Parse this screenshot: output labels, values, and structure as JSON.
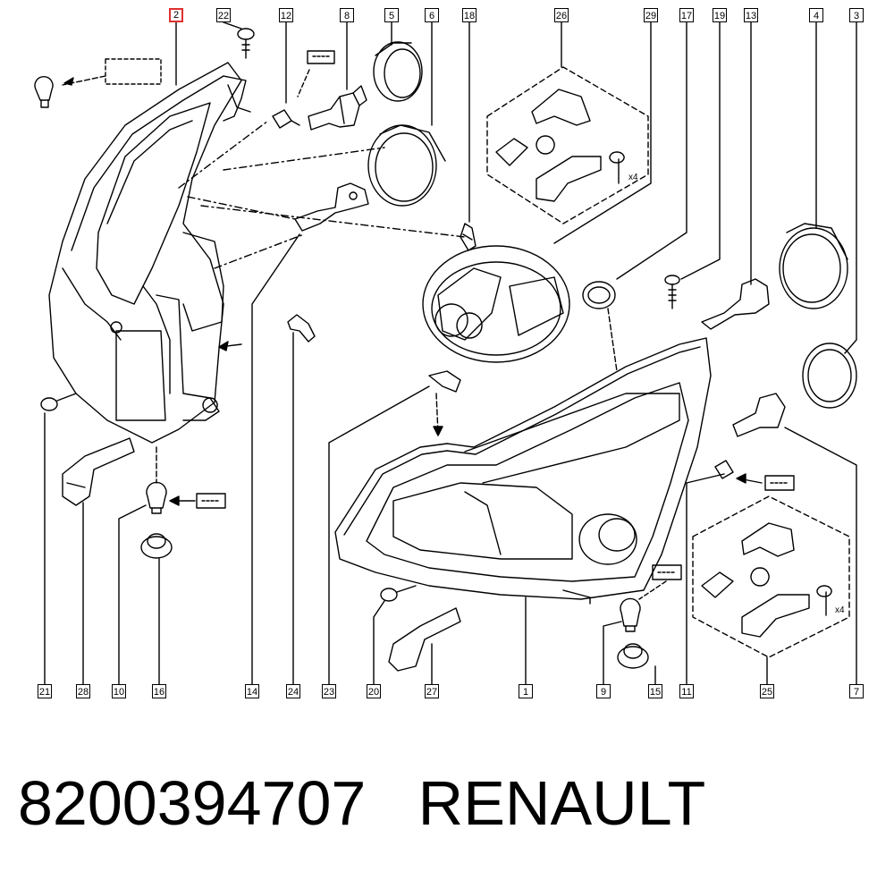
{
  "diagram": {
    "callouts": [
      "2",
      "22",
      "12",
      "8",
      "5",
      "6",
      "18",
      "26",
      "29",
      "17",
      "19",
      "13",
      "4",
      "3",
      "21",
      "28",
      "10",
      "16",
      "14",
      "24",
      "23",
      "20",
      "27",
      "1",
      "9",
      "15",
      "11",
      "25",
      "7"
    ],
    "selected_callout": "2",
    "multipliers": {
      "upper_kit": "x4",
      "lower_kit": "x4"
    }
  },
  "caption": {
    "part_number": "8200394707",
    "brand": "RENAULT"
  }
}
